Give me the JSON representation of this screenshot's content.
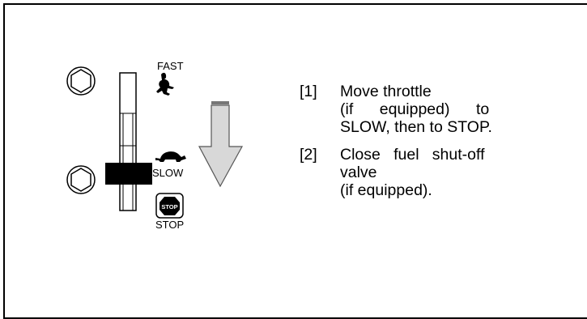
{
  "figure": {
    "fast_label": "FAST",
    "slow_label": "SLOW",
    "stop_label": "STOP",
    "stop_sign_text": "STOP",
    "icons": [
      "rabbit-icon",
      "turtle-icon",
      "stop-sign-icon",
      "down-arrow-icon"
    ]
  },
  "steps": [
    {
      "number": "[1]",
      "lines": [
        "Move throttle",
        "(if      equipped)      to",
        "SLOW, then to STOP."
      ]
    },
    {
      "number": "[2]",
      "lines": [
        "Close   fuel   shut-off",
        "valve",
        "(if equipped)."
      ]
    }
  ]
}
